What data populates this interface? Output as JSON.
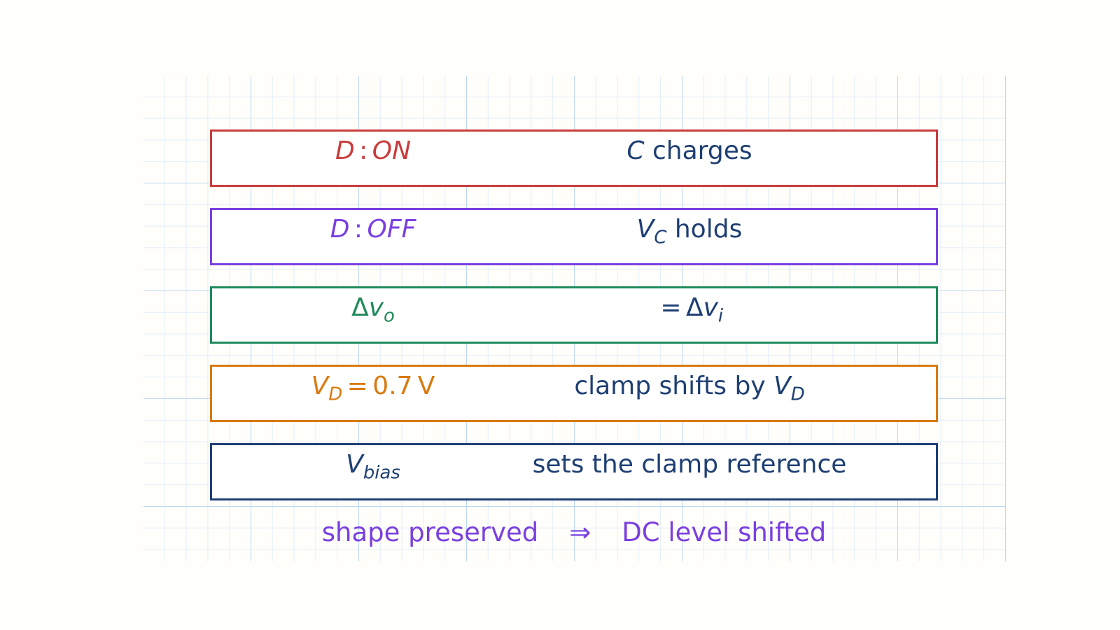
{
  "colors": {
    "background": "#fffefa",
    "grid_major": "#bcd8f2",
    "grid_minor": "#e3eefa",
    "text_default": "#1e3f73"
  },
  "rows": [
    {
      "id": "diode-on",
      "border_color": "#c83c3c",
      "left_color": "#c83c3c",
      "left": {
        "v1": "D",
        "sep": ":",
        "v2": "ON"
      },
      "right": {
        "v": "C",
        "text": "charges"
      }
    },
    {
      "id": "diode-off",
      "border_color": "#7a3fe0",
      "left_color": "#7a3fe0",
      "left": {
        "v1": "D",
        "sep": ":",
        "v2": "OFF"
      },
      "right": {
        "v": "V",
        "sub": "C",
        "text": "holds"
      }
    },
    {
      "id": "delta",
      "border_color": "#1f8a5a",
      "left_color": "#1f8a5a",
      "left": {
        "delta": "Δ",
        "v": "v",
        "sub": "o"
      },
      "right": {
        "eq": "=",
        "delta": "Δ",
        "v": "v",
        "sub": "i"
      }
    },
    {
      "id": "diode-drop",
      "border_color": "#d97a10",
      "left_color": "#d97a10",
      "left": {
        "v": "V",
        "sub": "D",
        "eq": "=",
        "value": "0.7",
        "unit": "V"
      },
      "right": {
        "text": "clamp shifts by",
        "v": "V",
        "sub": "D"
      }
    },
    {
      "id": "bias",
      "border_color": "#1e3f73",
      "left_color": "#1e3f73",
      "left": {
        "v": "V",
        "sub": "bias"
      },
      "right": {
        "text": "sets the clamp reference"
      }
    }
  ],
  "footer": {
    "left": "shape preserved",
    "arrow": "⇒",
    "right": "DC level shifted"
  }
}
